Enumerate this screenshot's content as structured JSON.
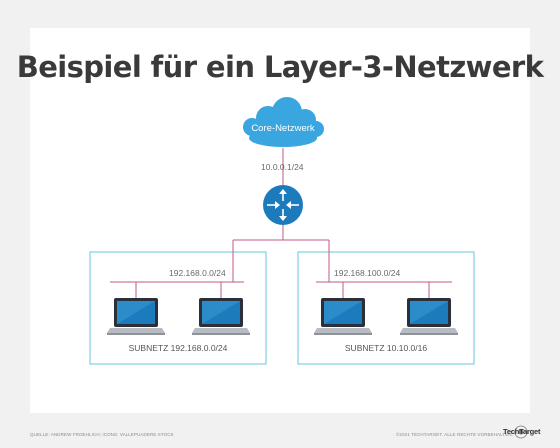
{
  "title": "Beispiel für ein Layer-3-Netzwerk",
  "colors": {
    "background": "#f1f1f1",
    "link_line": "#c2588a",
    "subnet_border": "#7fd0e4",
    "node_blue": "#1c7bbd"
  },
  "core": {
    "label": "Core-Netzwerk",
    "address": "10.0.0.1/24",
    "icon": "cloud-icon"
  },
  "router": {
    "icon": "router-icon"
  },
  "subnets": [
    {
      "network": "192.168.0.0/24",
      "caption": "SUBNETZ 192.168.0.0/24",
      "hosts": [
        "laptop-icon",
        "laptop-icon"
      ]
    },
    {
      "network": "192.168.100.0/24",
      "caption": "SUBNETZ 10.10.0/16",
      "hosts": [
        "laptop-icon",
        "laptop-icon"
      ]
    }
  ],
  "footer": {
    "source": "QUELLE: ANDREW FROEHLICH; ICONS: VALLEPUADERE STOCK",
    "copyright": "©2021 TECHTARGET. ALLE RECHTE VORBEHALTEN.",
    "brand": "TechTarget"
  }
}
